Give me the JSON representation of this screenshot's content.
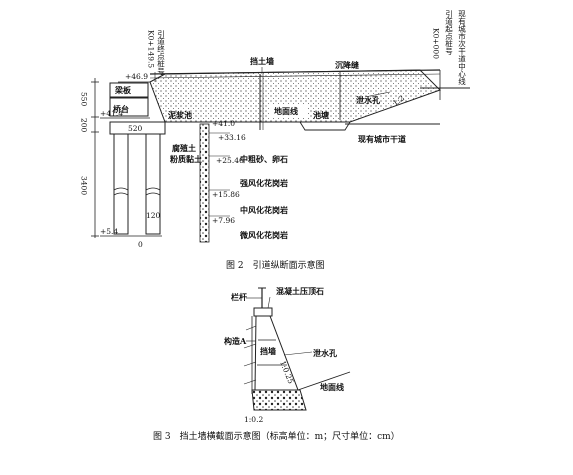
{
  "figure2": {
    "caption": "图 2　引道纵断面示意图",
    "labels": {
      "station_end": "K0+149.5",
      "station_end_note": "引道终点桩号",
      "station_start": "K0+000",
      "station_start_note1": "引道起点桩号",
      "station_start_note2": "现有城市次干道中心线",
      "retaining_wall": "挡土墙",
      "settlement_joint": "沉降缝",
      "drain_hole": "泄水孔",
      "ground_line": "地面线",
      "pool_road": "池塘",
      "existing_road": "现有城市干道",
      "beam_slab": "梁板",
      "abutment": "桥台",
      "mud_pond": "泥浆池",
      "humus": "腐殖土",
      "silty_clay": "粉质黏土",
      "sand_gravel": "中粗砂、卵石",
      "strong_granite": "强风化花岗岩",
      "mid_granite": "中风化花岗岩",
      "weak_granite": "微风化花岗岩",
      "slope": "1:2",
      "zero": "0"
    },
    "elevations": {
      "e1": "+46.9",
      "e2": "+41.4",
      "e3": "+33.16",
      "e4": "+25.46",
      "e5": "+15.86",
      "e6": "+7.96",
      "e7": "+5.4",
      "e8": "+41.0"
    },
    "dimensions": {
      "d550": "550",
      "d200": "200",
      "d3400": "3400",
      "d520": "520",
      "d120": "120"
    }
  },
  "figure3": {
    "caption": "图 3　挡土墙横截面示意图（标高单位：m；尺寸单位：cm）",
    "labels": {
      "railing": "栏杆",
      "coping": "混凝土压顶石",
      "structure_a": "构造A",
      "wall": "挡墙",
      "drain_hole": "泄水孔",
      "ground_line": "地面线",
      "slope1": "1:0.25",
      "slope2": "1:0.2"
    }
  }
}
